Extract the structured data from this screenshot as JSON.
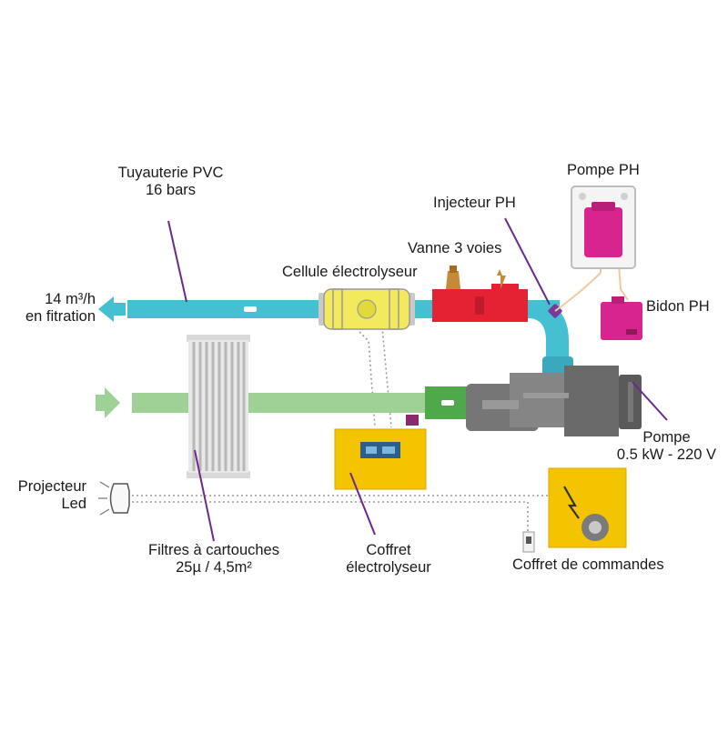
{
  "colors": {
    "pipe_blue": "#45c0d3",
    "pipe_green": "#9fd196",
    "pipe_green_dark": "#4fa84a",
    "valve_red": "#e52234",
    "cell_yellow": "#f2ea5c",
    "box_yellow": "#f5c400",
    "pump_gray": "#767676",
    "ph_magenta": "#d8248e",
    "leader_purple": "#6a2a8c"
  },
  "labels": {
    "tuyauterie": [
      "Tuyauterie PVC",
      "16 bars"
    ],
    "debit": [
      "14 m³/h",
      "en fitration"
    ],
    "cellule": "Cellule électrolyseur",
    "vanne": "Vanne 3 voies",
    "injecteur": "Injecteur PH",
    "pompe_ph": "Pompe PH",
    "bidon_ph": "Bidon PH",
    "pompe": [
      "Pompe",
      "0.5 kW - 220 V"
    ],
    "projecteur": [
      "Projecteur",
      "Led"
    ],
    "filtres": [
      "Filtres à cartouches",
      "25µ / 4,5m²"
    ],
    "coffret_elec": [
      "Coffret",
      "électrolyseur"
    ],
    "coffret_cmd": "Coffret de commandes"
  }
}
